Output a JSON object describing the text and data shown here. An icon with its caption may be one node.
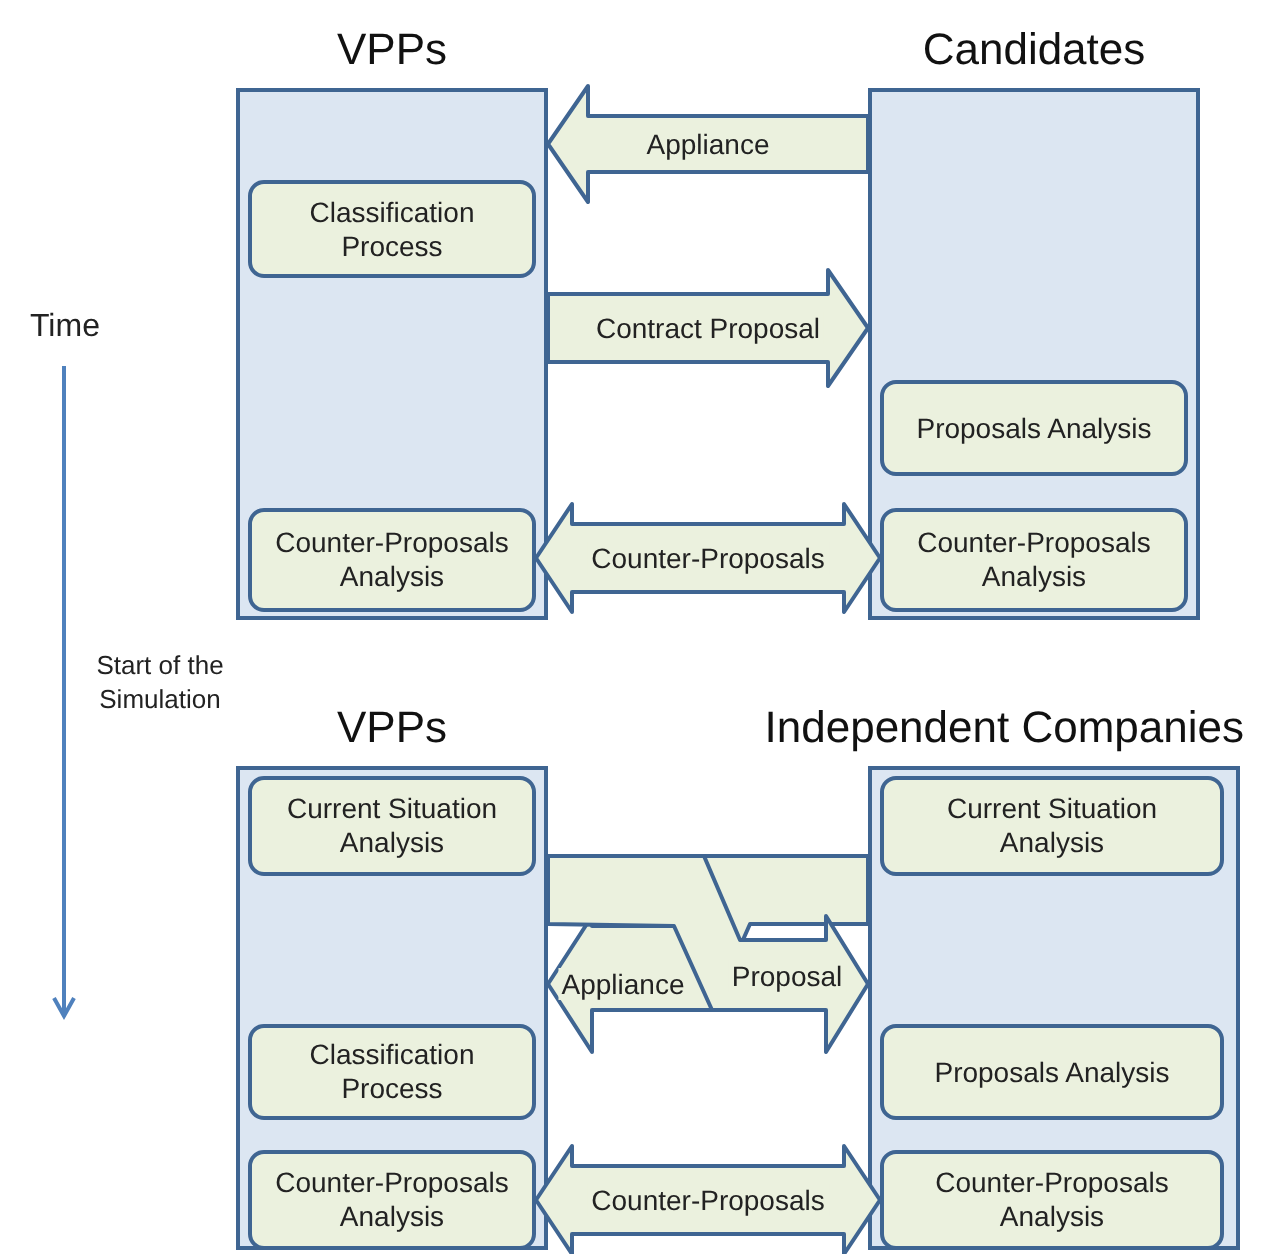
{
  "diagram": {
    "nodes": [
      {
        "text": [
          "VPPs"
        ]
      },
      {
        "text": [
          "Classification Process"
        ],
        "in": 0
      },
      {
        "text": [
          "Counter-Proposals Analysis"
        ],
        "in": 0
      },
      {
        "text": [
          "Candidates"
        ]
      },
      {
        "text": [
          "Proposals Analysis"
        ],
        "in": 3
      },
      {
        "text": [
          "Counter-Proposals Analysis"
        ],
        "in": 3
      },
      {
        "text": [
          "VPPs"
        ]
      },
      {
        "text": [
          "Current Situation Analysis"
        ],
        "in": 6
      },
      {
        "text": [
          "Classification Process"
        ],
        "in": 6
      },
      {
        "text": [
          "Counter-Proposals Analysis"
        ],
        "in": 6
      },
      {
        "text": [
          "Independent Companies"
        ]
      },
      {
        "text": [
          "Current Situation Analysis"
        ],
        "in": 10
      },
      {
        "text": [
          "Proposals Analysis"
        ],
        "in": 10
      },
      {
        "text": [
          "Counter-Proposals Analysis"
        ],
        "in": 10
      }
    ],
    "edges": [
      {
        "from": 3,
        "to": 0,
        "arrow": "to",
        "label": "Appliance"
      },
      {
        "from": 0,
        "to": 3,
        "arrow": "to",
        "label": "Contract Proposal"
      },
      {
        "from": 2,
        "to": 5,
        "arrow": "both",
        "label": "Counter-Proposals"
      },
      {
        "from": 10,
        "to": 6,
        "arrow": "to",
        "label": "Appliance"
      },
      {
        "from": 6,
        "to": 10,
        "arrow": "to",
        "label": "Proposal"
      },
      {
        "from": 9,
        "to": 13,
        "arrow": "both",
        "label": "Counter-Proposals"
      }
    ],
    "labels": [
      "Time",
      "Start of the Simulation"
    ]
  }
}
